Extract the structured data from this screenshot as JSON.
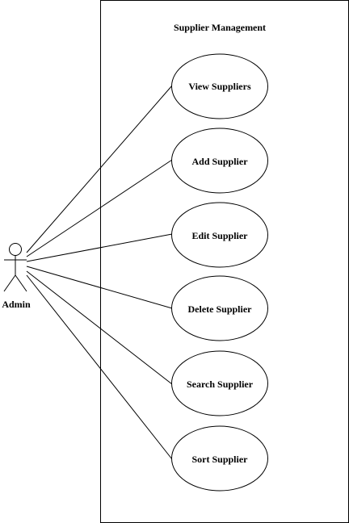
{
  "system": {
    "title": "Supplier Management"
  },
  "actor": {
    "name": "Admin"
  },
  "use_cases": [
    {
      "label": "View Suppliers"
    },
    {
      "label": "Add Supplier"
    },
    {
      "label": "Edit Supplier"
    },
    {
      "label": "Delete Supplier"
    },
    {
      "label": "Search Supplier"
    },
    {
      "label": "Sort Supplier"
    }
  ],
  "colors": {
    "stroke": "#000000",
    "background": "#ffffff"
  }
}
